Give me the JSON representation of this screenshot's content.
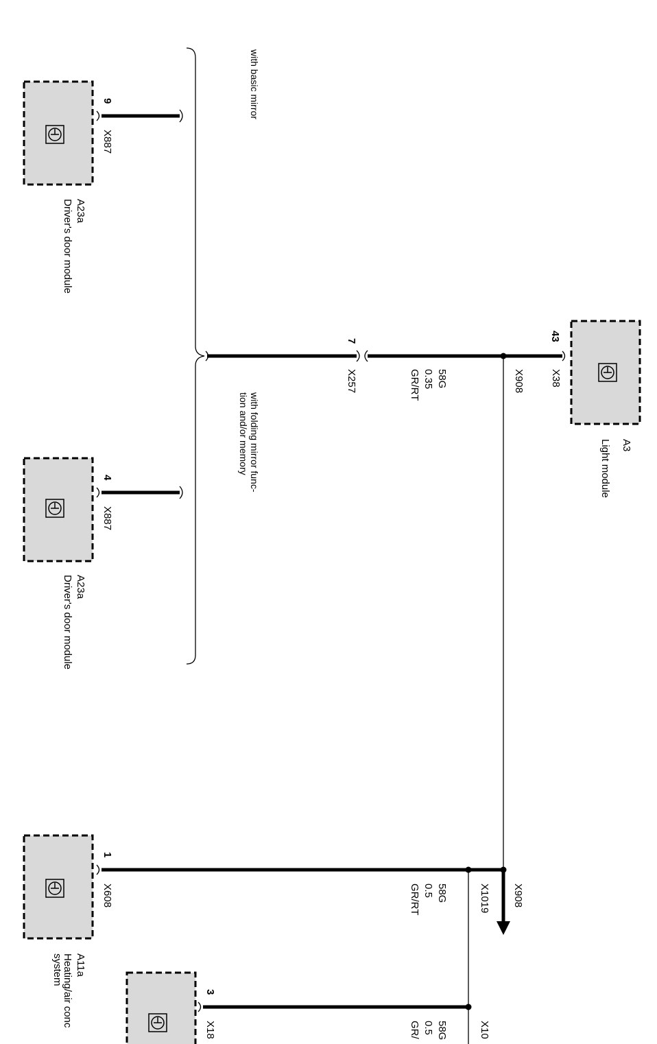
{
  "modules": {
    "light": {
      "id": "A3",
      "name": "Light module",
      "connector": "X38",
      "pin": "43"
    },
    "door_basic": {
      "id": "A23a",
      "name": "Driver's door module",
      "connector": "X887",
      "pin": "9"
    },
    "door_memory": {
      "id": "A23a",
      "name": "Driver's door module",
      "connector": "X887",
      "pin": "4"
    },
    "hvac": {
      "id": "A11a",
      "name_line1": "Heating/air conc",
      "name_line2": "system",
      "connector": "X608",
      "pin": "1"
    },
    "partial": {
      "connector": "X18",
      "pin": "3"
    }
  },
  "wires": {
    "main": {
      "function": "58G",
      "size": "0.35",
      "color": "GR/RT"
    },
    "hvac": {
      "function": "58G",
      "size": "0.5",
      "color": "GR/RT"
    },
    "partial": {
      "function": "58G",
      "size": "0.5",
      "color": "GR/"
    }
  },
  "connectors": {
    "junction_top": "X908",
    "junction_bottom": "X908",
    "arrow_label": "X908",
    "splice": "X1019",
    "splice_partial": "X10",
    "inline": "X257",
    "inline_pin": "7"
  },
  "notes": {
    "basic_mirror": "with basic mirror",
    "folding_line1": "with folding mirror func-",
    "folding_line2": "tion and/or memory"
  }
}
